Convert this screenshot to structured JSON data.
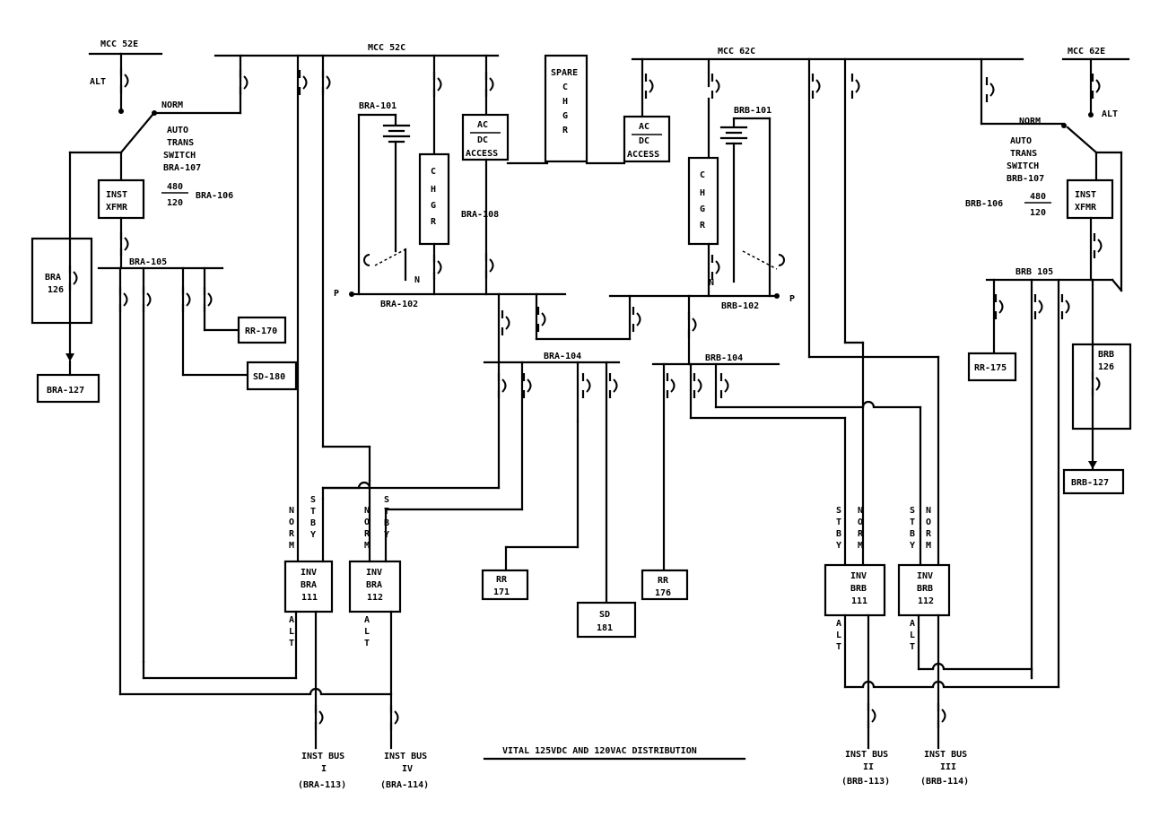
{
  "title": "VITAL 125VDC AND 120VAC DISTRIBUTION",
  "mcc": {
    "mcc52e": "MCC 52E",
    "mcc52c": "MCC 52C",
    "mcc62c": "MCC 62C",
    "mcc62e": "MCC 62E"
  },
  "left": {
    "alt": "ALT",
    "norm": "NORM",
    "ats": [
      "AUTO",
      "TRANS",
      "SWITCH",
      "BRA-107"
    ],
    "ratio_top": "480",
    "ratio_bot": "120",
    "xfmr_id": "BRA-106",
    "xfmr": [
      "INST",
      "XFMR"
    ],
    "panel105": "BRA-105",
    "panel126": [
      "BRA",
      "126"
    ],
    "bra127": "BRA-127",
    "rr170": "RR-170",
    "sd180": "SD-180",
    "battery": "BRA-101",
    "chgr": [
      "C",
      "H",
      "G",
      "R"
    ],
    "access": [
      "AC",
      "DC",
      "ACCESS"
    ],
    "bra108": "BRA-108",
    "bra102": "BRA-102",
    "p": "P",
    "n": "N",
    "bra104": "BRA-104",
    "rr171": [
      "RR",
      "171"
    ],
    "sd181": [
      "SD",
      "181"
    ],
    "inv111": [
      "INV",
      "BRA",
      "111"
    ],
    "inv112": [
      "INV",
      "BRA",
      "112"
    ],
    "norm_v": "NORM",
    "stby_v": "STBY",
    "alt_v": "ALT",
    "bus1": [
      "INST BUS",
      "I",
      "(BRA-113)"
    ],
    "bus4": [
      "INST BUS",
      "IV",
      "(BRA-114)"
    ]
  },
  "center": {
    "spare": [
      "SPARE",
      "C",
      "H",
      "G",
      "R"
    ]
  },
  "right": {
    "alt": "ALT",
    "norm": "NORM",
    "ats": [
      "AUTO",
      "TRANS",
      "SWITCH",
      "BRB-107"
    ],
    "ratio_top": "480",
    "ratio_bot": "120",
    "xfmr_id": "BRB-106",
    "xfmr": [
      "INST",
      "XFMR"
    ],
    "panel105": "BRB 105",
    "panel126": [
      "BRB",
      "126"
    ],
    "brb127": "BRB-127",
    "rr175": "RR-175",
    "battery": "BRB-101",
    "chgr": [
      "C",
      "H",
      "G",
      "R"
    ],
    "access": [
      "AC",
      "DC",
      "ACCESS"
    ],
    "brb102": "BRB-102",
    "p": "P",
    "n": "N",
    "brb104": "BRB-104",
    "rr176": [
      "RR",
      "176"
    ],
    "inv111": [
      "INV",
      "BRB",
      "111"
    ],
    "inv112": [
      "INV",
      "BRB",
      "112"
    ],
    "norm_v": "NORM",
    "stby_v": "STBY",
    "alt_v": "ALT",
    "bus2": [
      "INST BUS",
      "II",
      "(BRB-113)"
    ],
    "bus3": [
      "INST BUS",
      "III",
      "(BRB-114)"
    ]
  }
}
